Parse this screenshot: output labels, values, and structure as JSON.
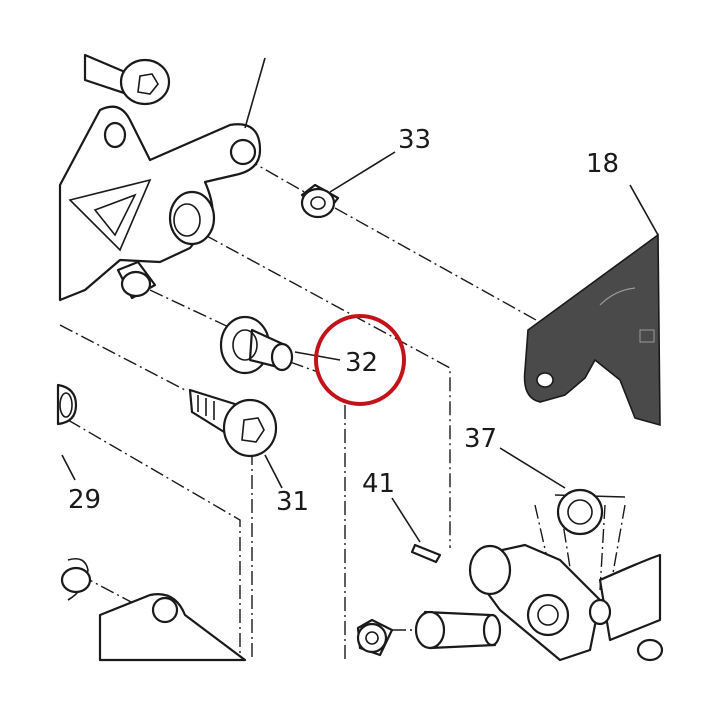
{
  "callouts": {
    "c18": "18",
    "c29": "29",
    "c31": "31",
    "c32": "32",
    "c33": "33",
    "c37": "37",
    "c41": "41"
  },
  "highlight": {
    "target": "32",
    "color": "#c4121a"
  }
}
